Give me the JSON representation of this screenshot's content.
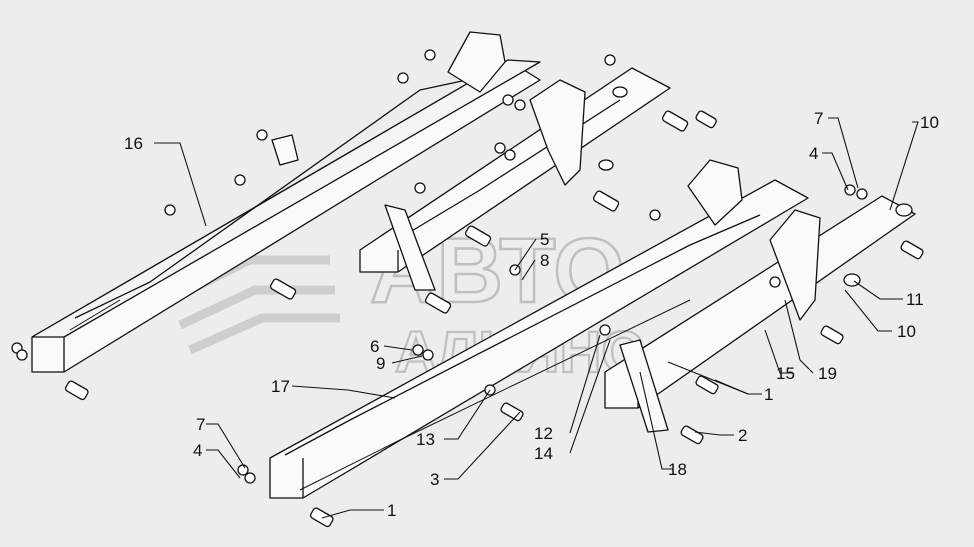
{
  "diagram": {
    "watermark": {
      "line1": "АВТО",
      "line2": "АЛЬЯНС"
    },
    "callouts": [
      "16",
      "17",
      "7",
      "4",
      "10",
      "5",
      "8",
      "6",
      "9",
      "11",
      "10",
      "15",
      "19",
      "1",
      "12",
      "14",
      "2",
      "18",
      "13",
      "3",
      "7",
      "4",
      "1"
    ]
  }
}
